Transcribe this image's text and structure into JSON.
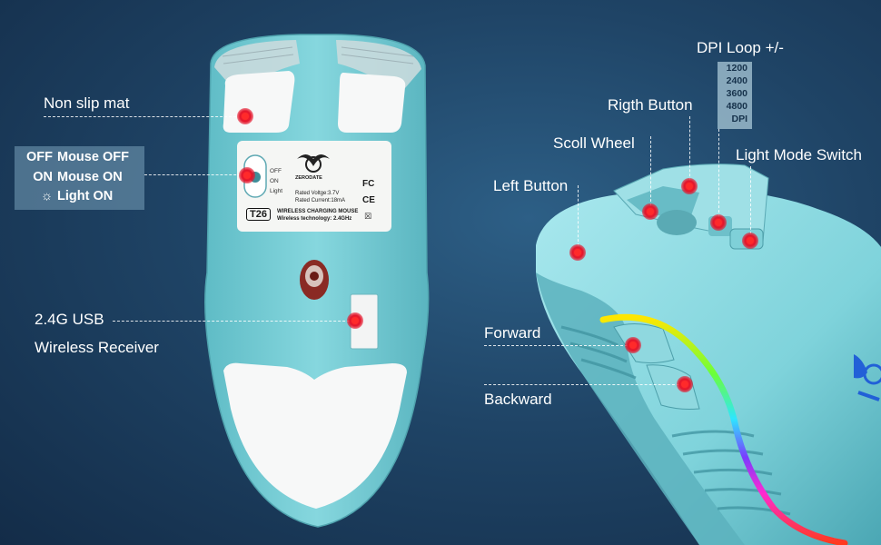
{
  "labels": {
    "non_slip_mat": "Non slip mat",
    "usb_receiver_line1": "2.4G USB",
    "usb_receiver_line2": "Wireless Receiver",
    "dpi_loop": "DPI Loop +/-",
    "right_button": "Rigth Button",
    "scroll_wheel": "Scoll Wheel",
    "light_mode_switch": "Light Mode Switch",
    "left_button": "Left Button",
    "forward": "Forward",
    "backward": "Backward"
  },
  "switch_panel": {
    "rows": [
      {
        "key": "OFF",
        "value": "Mouse OFF"
      },
      {
        "key": "ON",
        "value": "Mouse ON"
      },
      {
        "key_icon": "sun-icon",
        "value": "Light ON"
      }
    ]
  },
  "dpi_values": [
    "1200",
    "2400",
    "3600",
    "4800",
    "DPI"
  ],
  "bottom_label": {
    "switch_off": "OFF",
    "switch_on": "ON",
    "switch_light": "Light",
    "brand": "ZERODATE",
    "rated_voltage": "Rated Voltge:3.7V",
    "rated_current": "Rated Current:18mA",
    "model": "T26",
    "product": "WIRELESS CHARGING MOUSE",
    "technology": "Wireless technology: 2.4GHz",
    "cert_fc": "FC",
    "cert_ce": "CE"
  },
  "colors": {
    "background": "#1f4466",
    "mouse_body": "#7fd3db",
    "marker": "#e4142a",
    "text": "#ffffff"
  }
}
